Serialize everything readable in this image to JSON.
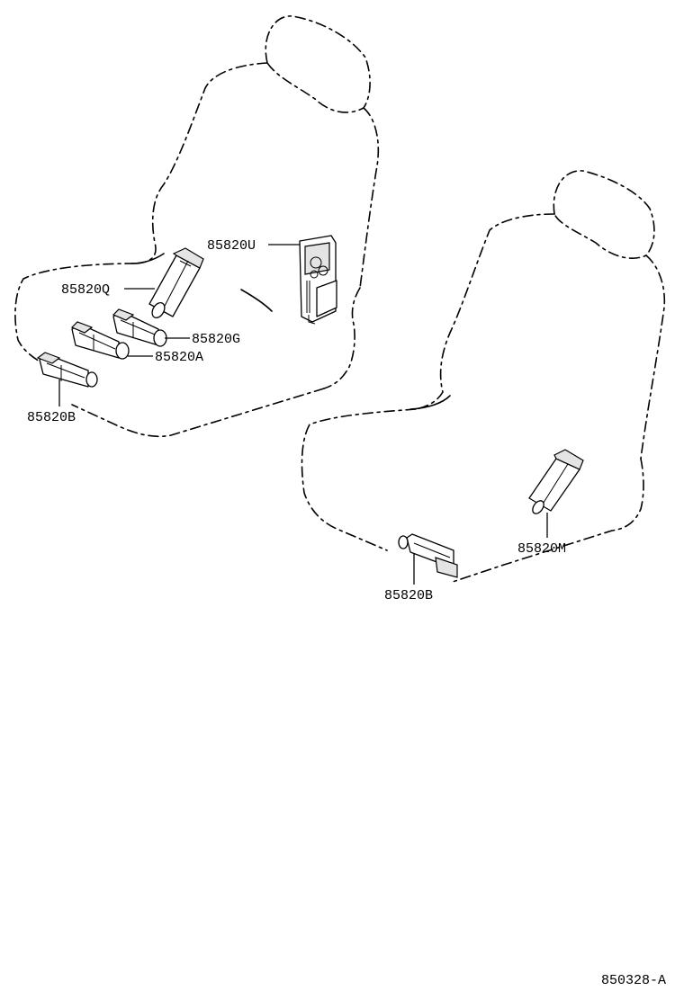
{
  "labels": {
    "front_seat_height_motor": "85820U",
    "front_seat_recliner_motor": "85820Q",
    "front_seat_front_vertical_motor": "85820G",
    "front_seat_rear_vertical_motor": "85820A",
    "front_seat_slide_motor": "85820B",
    "second_seat_recliner_motor": "85820M",
    "second_seat_slide_motor": "85820B"
  },
  "diagram_code": "850328-A"
}
